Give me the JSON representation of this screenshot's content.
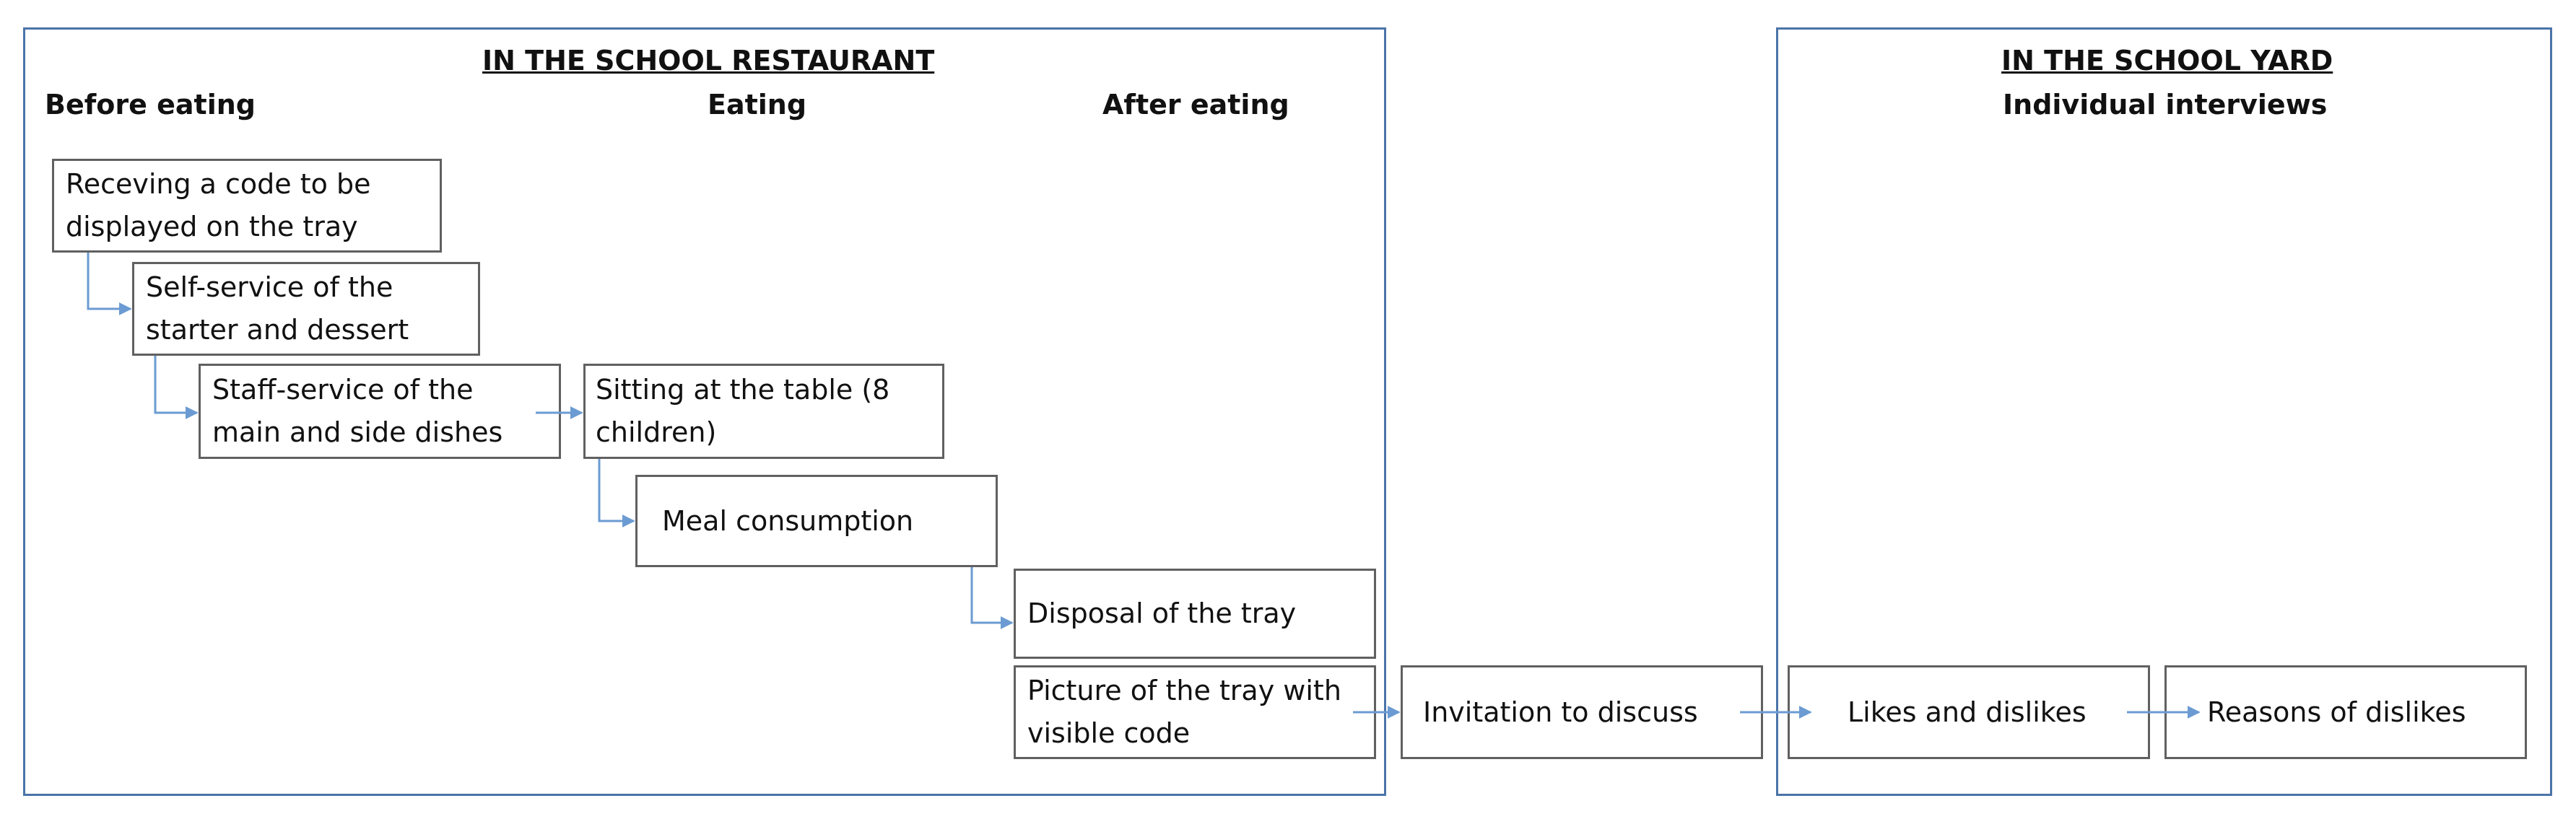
{
  "restaurant": {
    "heading": "IN THE SCHOOL RESTAURANT",
    "col_before": "Before eating",
    "col_eating": "Eating",
    "col_after": "After eating"
  },
  "yard": {
    "heading": "IN THE SCHOOL YARD",
    "subheading": "Individual interviews"
  },
  "steps": {
    "code": "Receving a code to be displayed on the tray",
    "self_service": "Self-service of the starter and dessert",
    "staff_service": "Staff-service of the main and side dishes",
    "sitting": "Sitting at the table (8 children)",
    "meal": "Meal consumption",
    "disposal": "Disposal of the tray",
    "picture": "Picture of the tray with visible code",
    "invitation": "Invitation to discuss",
    "likes": "Likes and dislikes",
    "reasons": "Reasons of dislikes"
  },
  "colors": {
    "frame": "#4a74a8",
    "arrow": "#6b9bd2",
    "box_border": "#606060"
  }
}
